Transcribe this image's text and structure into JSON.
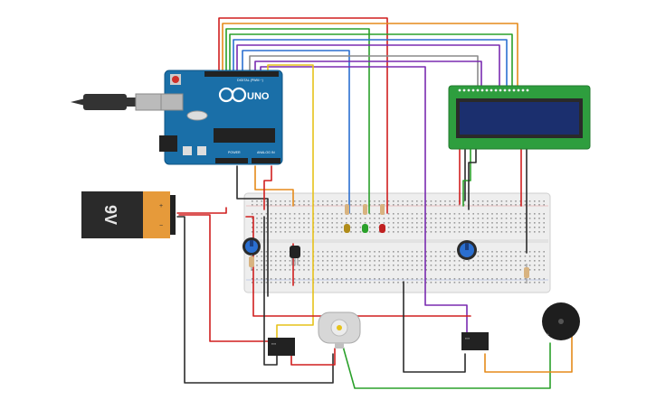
{
  "arduino": {
    "brand": "UNO",
    "header_digital": "DIGITAL (PWM ~)",
    "header_power": "POWER",
    "header_analog": "ANALOG IN"
  },
  "battery": {
    "label": "9V"
  },
  "colors": {
    "wire_red": "#d01f1f",
    "wire_black": "#2b2b2b",
    "wire_green": "#2aa02a",
    "wire_blue": "#2b6fd0",
    "wire_purple": "#7a2bb0",
    "wire_orange": "#e58a1a",
    "wire_yellow": "#e6c21a",
    "wire_gray": "#8a8a8a",
    "arduino_board": "#1a6fa8",
    "lcd_board": "#2e9e3e",
    "lcd_screen": "#1b2f6e",
    "breadboard": "#eeeeee"
  },
  "icons": {
    "usb": "usb-cable-icon",
    "battery": "battery-9v-icon",
    "motor": "dc-motor-icon",
    "buzzer": "piezo-buzzer-icon"
  }
}
